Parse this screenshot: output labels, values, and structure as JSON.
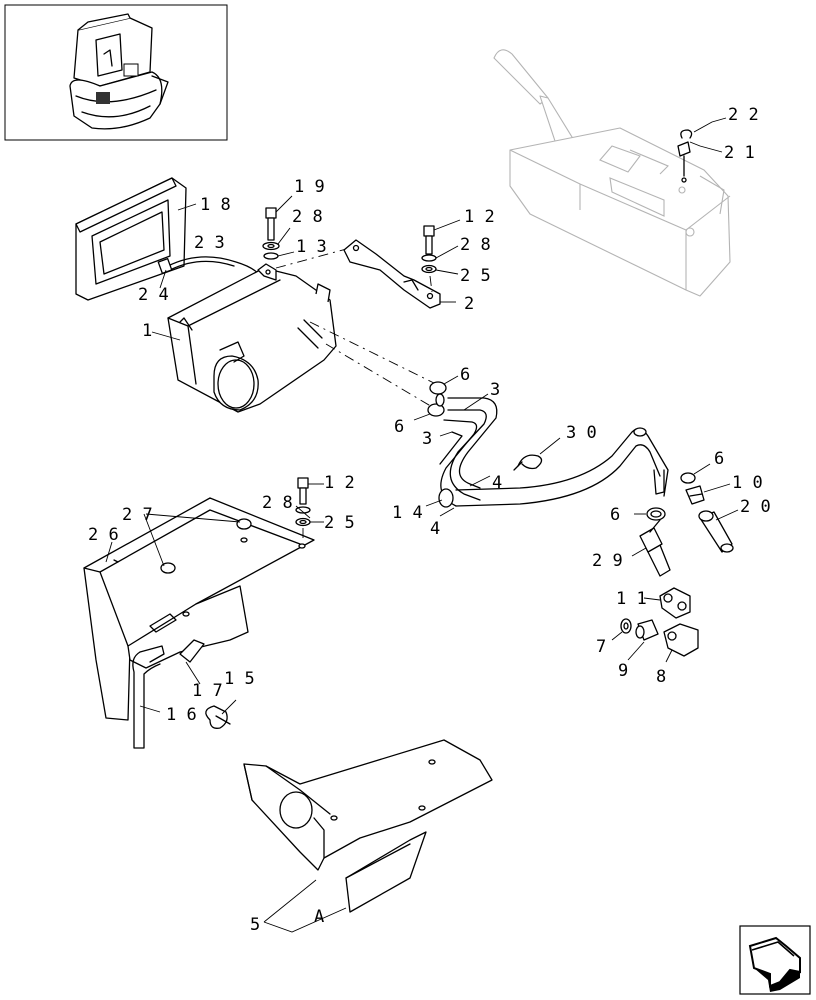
{
  "diagram": {
    "callouts": [
      {
        "id": "c22",
        "text": "2 2"
      },
      {
        "id": "c21",
        "text": "2 1"
      },
      {
        "id": "c19",
        "text": "1 9"
      },
      {
        "id": "c18",
        "text": "1 8"
      },
      {
        "id": "c28a",
        "text": "2 8"
      },
      {
        "id": "c12a",
        "text": "1 2"
      },
      {
        "id": "c23",
        "text": "2 3"
      },
      {
        "id": "c13",
        "text": "1 3"
      },
      {
        "id": "c28b",
        "text": "2 8"
      },
      {
        "id": "c25a",
        "text": "2 5"
      },
      {
        "id": "c24",
        "text": "2 4"
      },
      {
        "id": "c2",
        "text": "2"
      },
      {
        "id": "c1",
        "text": "1"
      },
      {
        "id": "c6a",
        "text": "6"
      },
      {
        "id": "c3a",
        "text": "3"
      },
      {
        "id": "c6b",
        "text": "6"
      },
      {
        "id": "c3b",
        "text": "3"
      },
      {
        "id": "c30",
        "text": "3 0"
      },
      {
        "id": "c6c",
        "text": "6"
      },
      {
        "id": "c10",
        "text": "1 0"
      },
      {
        "id": "c12b",
        "text": "1 2"
      },
      {
        "id": "c28c",
        "text": "2 8"
      },
      {
        "id": "c4a",
        "text": "4"
      },
      {
        "id": "c27",
        "text": "2 7"
      },
      {
        "id": "c25b",
        "text": "2 5"
      },
      {
        "id": "c14",
        "text": "1 4"
      },
      {
        "id": "c4b",
        "text": "4"
      },
      {
        "id": "c6d",
        "text": "6"
      },
      {
        "id": "c20",
        "text": "2 0"
      },
      {
        "id": "c26",
        "text": "2 6"
      },
      {
        "id": "c29",
        "text": "2 9"
      },
      {
        "id": "c11",
        "text": "1 1"
      },
      {
        "id": "c7",
        "text": "7"
      },
      {
        "id": "c9",
        "text": "9"
      },
      {
        "id": "c8",
        "text": "8"
      },
      {
        "id": "c17",
        "text": "1 7"
      },
      {
        "id": "c15",
        "text": "1 5"
      },
      {
        "id": "c16",
        "text": "1 6"
      },
      {
        "id": "c5",
        "text": "5"
      },
      {
        "id": "cA",
        "text": "A"
      }
    ]
  },
  "icons": {
    "overview": "cab-overview-icon",
    "navigation": "next-page-arrow-icon"
  }
}
